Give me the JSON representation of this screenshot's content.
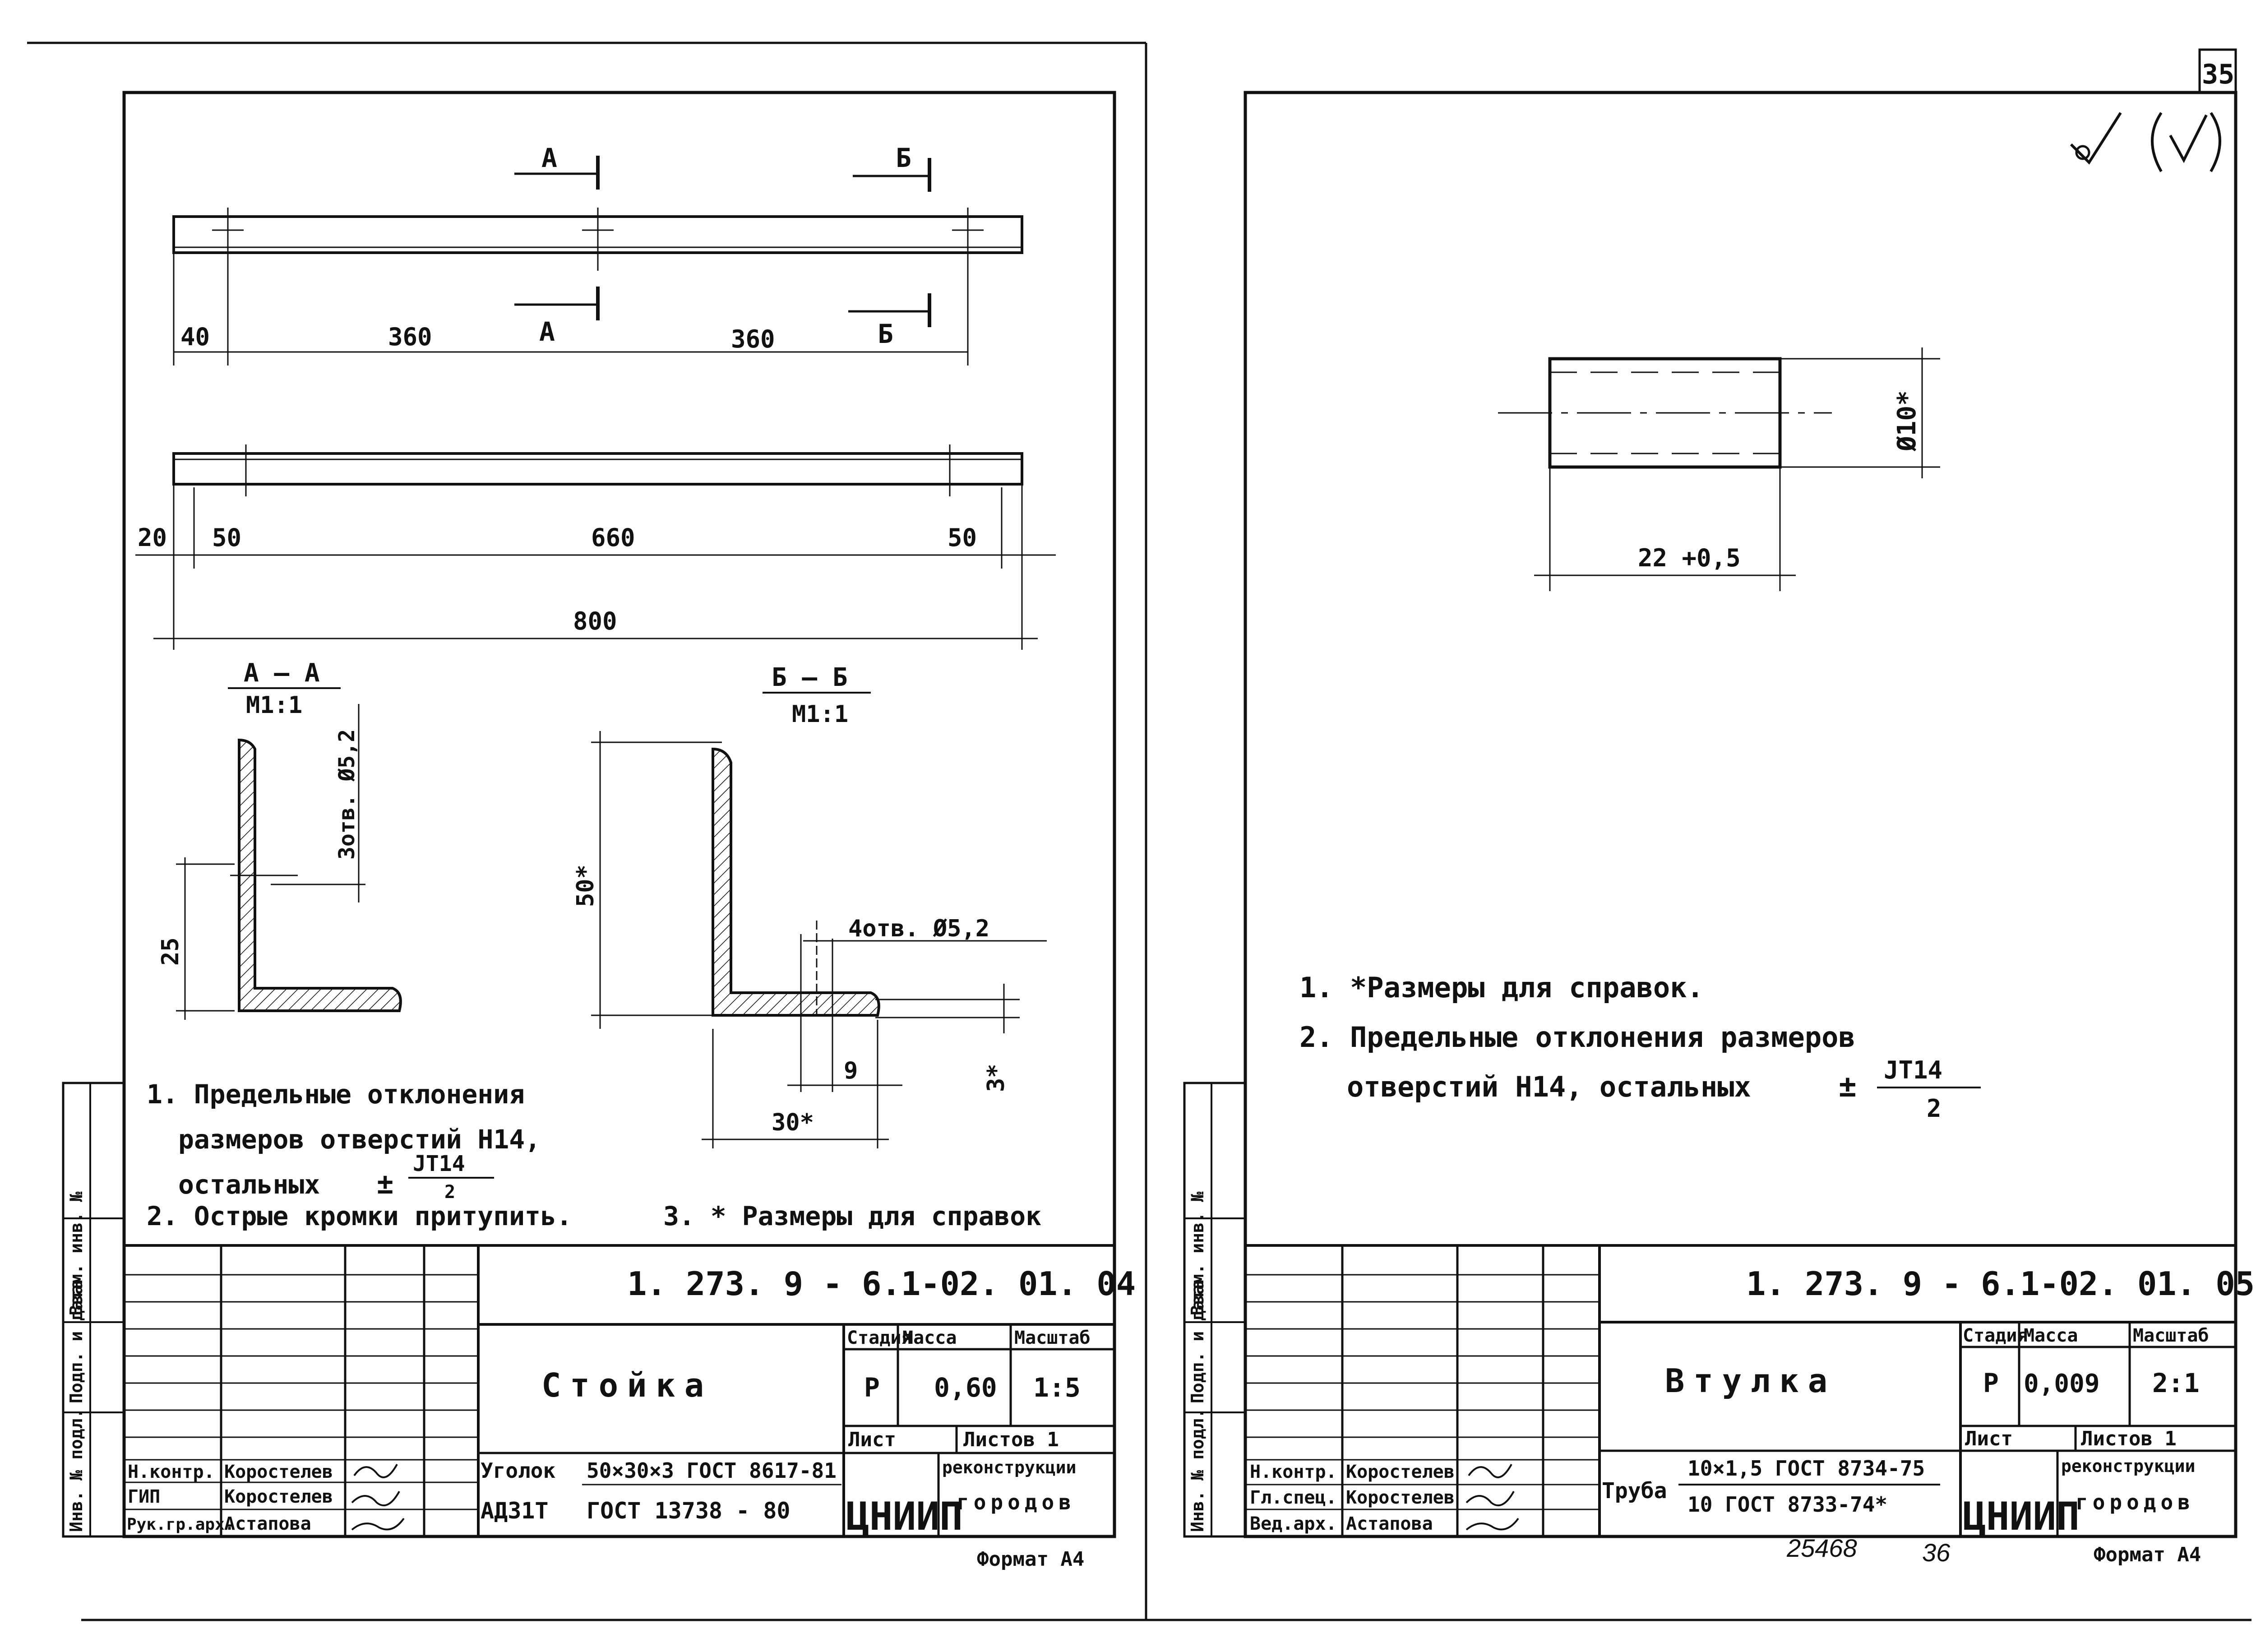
{
  "page_number": "35",
  "mark_symbol": "√(√)",
  "bottom_note": "25468",
  "bottom_note2": "36",
  "left_sheet": {
    "view_top": {
      "section_letter_a": "А",
      "section_letter_b": "Б",
      "dims": [
        "40",
        "360",
        "360"
      ]
    },
    "view_mid": {
      "dims": [
        "20",
        "50",
        "660",
        "50",
        "800"
      ]
    },
    "section_aa": {
      "title": "А — А",
      "scale": "М1:1",
      "hole_label": "3отв. Ø5,2",
      "dim_25": "25"
    },
    "section_bb": {
      "title": "Б — Б",
      "scale": "М1:1",
      "dim_50": "50*",
      "holes_label": "4отв. Ø5,2",
      "dim_9": "9",
      "dim_3": "3*",
      "dim_30": "30*"
    },
    "notes": {
      "n1_line1": "1. Предельные отклонения",
      "n1_line2": "размеров отверстий Н14,",
      "n1_line3": "остальных",
      "n1_frac_pm": "±",
      "n1_frac_top": "JТ14",
      "n1_frac_bot": "2",
      "n2": "2. Острые кромки притупить.",
      "n3": "3. * Размеры для справок"
    },
    "stamp": {
      "doc_code": "1. 273. 9 - 6.1-02. 01. 04",
      "name": "Стойка",
      "col_stage": "Стадия",
      "col_mass": "Масса",
      "col_scale": "Масштаб",
      "stage": "Р",
      "mass": "0,60",
      "scale": "1:5",
      "sheet_label": "Лист",
      "sheets_label": "Листов 1",
      "material_l1_a": "Уголок",
      "material_l1_b": "50×30×3 ГОСТ 8617-81",
      "material_l2_a": "АД31Т",
      "material_l2_b": "ГОСТ 13738 - 80",
      "org_logo": "ЦНИИП",
      "org_text1": "реконструкции",
      "org_text2": "городов",
      "role1": "Н.контр.",
      "person1": "Коростелев",
      "role2": "ГИП",
      "person2": "Коростелев",
      "role3": "Рук.гр.арх.",
      "person3": "Астапова"
    },
    "side_stamp": [
      "Инв. № подл.",
      "Подп. и дата",
      "Взам. инв. №"
    ],
    "format": "Формат А4"
  },
  "right_sheet": {
    "part": {
      "dia_label": "Ø10*",
      "len_label": "22 +0,5"
    },
    "notes": {
      "n1": "1. *Размеры для справок.",
      "n2_line1": "2. Предельные отклонения размеров",
      "n2_line2": "отверстий Н14, остальных",
      "frac_pm": "±",
      "frac_top": "JТ14",
      "frac_bot": "2"
    },
    "stamp": {
      "doc_code": "1. 273. 9 - 6.1-02. 01. 05",
      "name": "Втулка",
      "col_stage": "Стадия",
      "col_mass": "Масса",
      "col_scale": "Масштаб",
      "stage": "Р",
      "mass": "0,009",
      "scale": "2:1",
      "sheet_label": "Лист",
      "sheets_label": "Листов 1",
      "material_a": "Труба",
      "material_top": "10×1,5 ГОСТ 8734-75",
      "material_bot": "10 ГОСТ 8733-74*",
      "org_logo": "ЦНИИП",
      "org_text1": "реконструкции",
      "org_text2": "городов",
      "role1": "Н.контр.",
      "person1": "Коростелев",
      "role2": "Гл.спец.",
      "person2": "Коростелев",
      "role3": "Вед.арх.",
      "person3": "Астапова"
    },
    "side_stamp": [
      "Инв. № подл.",
      "Подп. и дата",
      "Взам. инв. №"
    ],
    "format": "Формат А4"
  }
}
